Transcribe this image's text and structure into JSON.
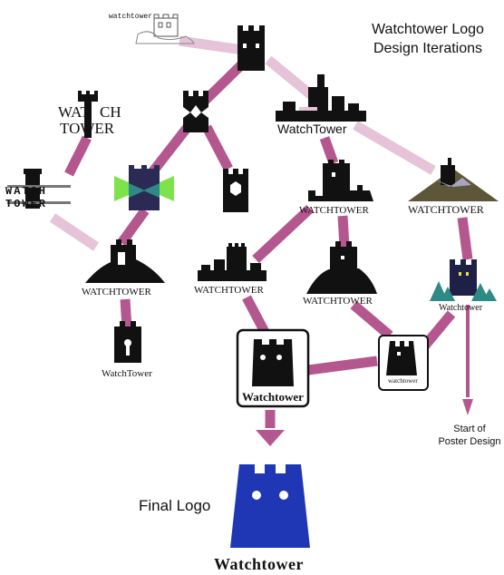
{
  "title_line1": "Watchtower Logo",
  "title_line2": "Design Iterations",
  "final_logo_label": "Final Logo",
  "start_poster_line1": "Start of",
  "start_poster_line2": "Poster Design",
  "labels": {
    "sketch": "watchtower",
    "wat": "WAT",
    "ch": "CH",
    "tower": "TOWER",
    "watchtower_caps_1": "WATCHTOWER",
    "watchtower_caps_2": "WATCHTOWER",
    "watchtower_caps_3": "WATCHTOWER",
    "watchtower_caps_4": "WATCHTOWER",
    "watchtower_caps_5": "WATCHTOWER",
    "watchtower_mixed_1": "WatchTower",
    "watchtower_mixed_2": "WatchTower",
    "watchtower_title_1": "Watchtower",
    "watchtower_title_2": "Watchtower",
    "watchtower_lower": "watchtower",
    "final_wordmark": "Watchtower",
    "stylized": "WATCH TOWER"
  },
  "colors": {
    "path": "#b5578f",
    "path_light": "#e6c3d8",
    "final_blue": "#1f36b5",
    "ink": "#111111",
    "mountain": "#5e5638",
    "teal": "#2e8a86",
    "green": "#7ee34a",
    "navy": "#2a2a55"
  }
}
